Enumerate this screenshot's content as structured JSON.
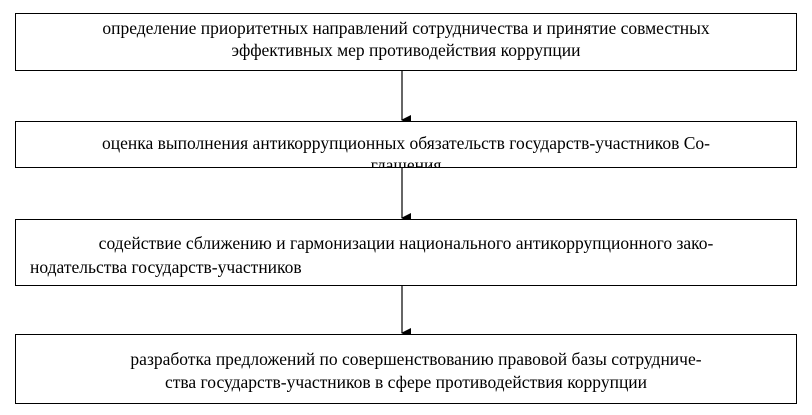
{
  "steps": [
    {
      "line1": "определение приоритетных направлений сотрудничества и принятие совместных",
      "line2": "эффективных мер противодействия коррупции"
    },
    {
      "line1": "оценка выполнения антикоррупционных обязательств государств-участников Со-",
      "line2": "глашения"
    },
    {
      "line1": "содействие сближению и гармонизации национального антикоррупционного зако-",
      "line2": "нодательства государств-участников"
    },
    {
      "line1": "разработка предложений по совершенствованию правовой базы сотрудниче-",
      "line2": "ства государств-участников в сфере противодействия коррупции"
    }
  ],
  "colors": {
    "line": "#000000",
    "background": "#ffffff"
  }
}
